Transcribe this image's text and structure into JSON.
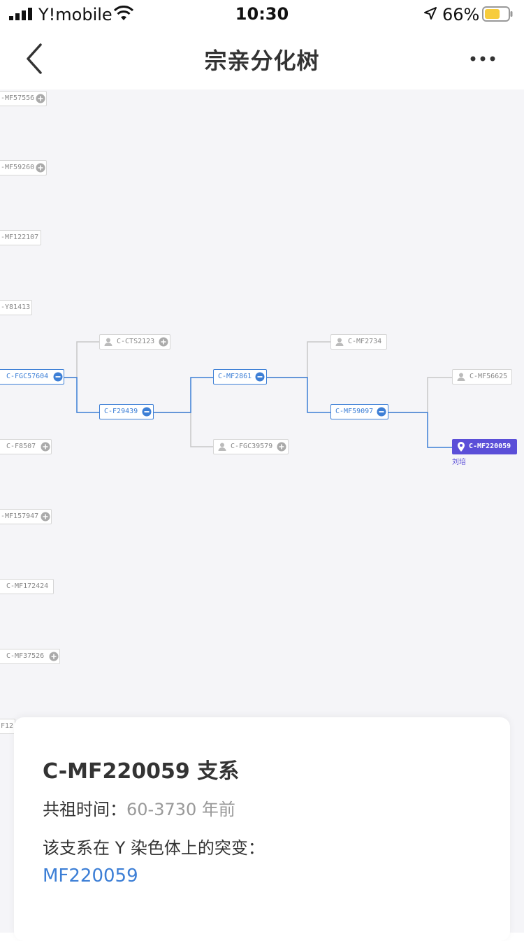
{
  "status_bar": {
    "carrier": "Y!mobile",
    "time": "10:30",
    "battery": "66%",
    "battery_level": 0.66,
    "battery_color": "#f7cc3c"
  },
  "nav": {
    "title": "宗亲分化树",
    "back_icon": "chevron-left-icon",
    "more_icon": "more-horizontal-icon"
  },
  "tree": {
    "colors": {
      "active": "#3d7fd6",
      "inactive": "#c8c8c8",
      "selected": "#5b4fd8"
    },
    "col0": [
      {
        "id": "n0",
        "label": "-MF57556",
        "toggle": "plus"
      },
      {
        "id": "n1",
        "label": "-MF59260",
        "toggle": "plus"
      },
      {
        "id": "n2",
        "label": "-MF122107",
        "toggle": "none"
      },
      {
        "id": "n3",
        "label": "-Y81413",
        "toggle": "none"
      },
      {
        "id": "n4",
        "label": "C-FGC57604",
        "toggle": "minus"
      },
      {
        "id": "n5",
        "label": "C-F8507",
        "toggle": "plus"
      },
      {
        "id": "n6",
        "label": "-MF157947",
        "toggle": "plus"
      },
      {
        "id": "n7",
        "label": "C-MF172424",
        "toggle": "none"
      },
      {
        "id": "n8",
        "label": "C-MF37526",
        "toggle": "plus"
      },
      {
        "id": "n9",
        "label": "F12",
        "toggle": "none"
      }
    ],
    "col1": [
      {
        "id": "n10",
        "label": "C-CTS2123",
        "toggle": "plus"
      },
      {
        "id": "n11",
        "label": "C-F29439",
        "toggle": "minus"
      }
    ],
    "col2": [
      {
        "id": "n12",
        "label": "C-MF2861",
        "toggle": "minus"
      },
      {
        "id": "n13",
        "label": "C-FGC39579",
        "toggle": "plus"
      }
    ],
    "col3": [
      {
        "id": "n14",
        "label": "C-MF2734",
        "toggle": "none"
      },
      {
        "id": "n15",
        "label": "C-MF59097",
        "toggle": "minus"
      }
    ],
    "col4": [
      {
        "id": "n16",
        "label": "C-MF56625",
        "toggle": "none"
      },
      {
        "id": "n17",
        "label": "C-MF220059",
        "toggle": "none",
        "sub": "刘培"
      }
    ]
  },
  "card": {
    "title": "C-MF220059 支系",
    "ancestor_label": "共祖时间：",
    "ancestor_value": "60-3730 年前",
    "mutation_label": "该支系在 Y 染色体上的突变：",
    "mutation_value": "MF220059"
  }
}
